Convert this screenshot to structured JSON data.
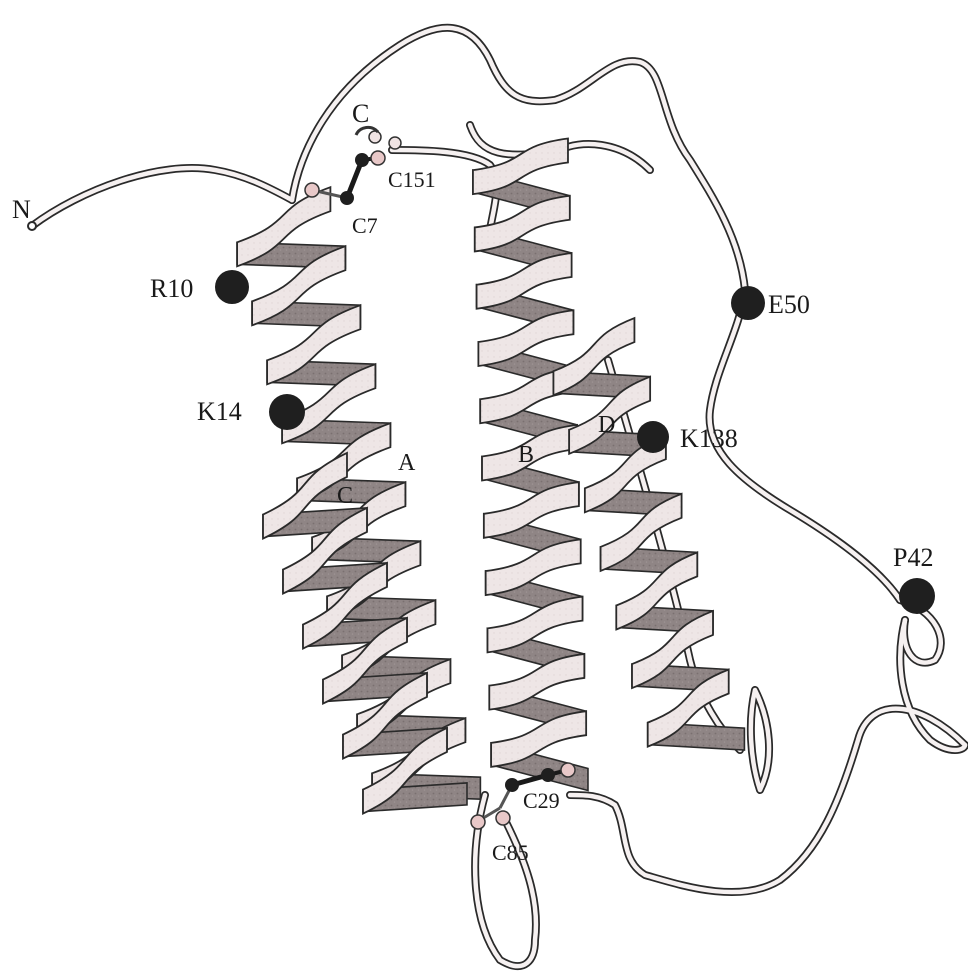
{
  "figure": {
    "termini": {
      "n": "N",
      "c": "C"
    },
    "helices": [
      "A",
      "B",
      "C",
      "D"
    ],
    "residues": [
      "R10",
      "K14",
      "E50",
      "K138",
      "P42"
    ],
    "disulfides": [
      "C151",
      "C7",
      "C29",
      "C85"
    ],
    "colors": {
      "ribbon_light": "#ece3e3",
      "ribbon_dark": "#8d8383",
      "outline": "#2a2a2a",
      "marker": "#1f1f1f"
    }
  }
}
